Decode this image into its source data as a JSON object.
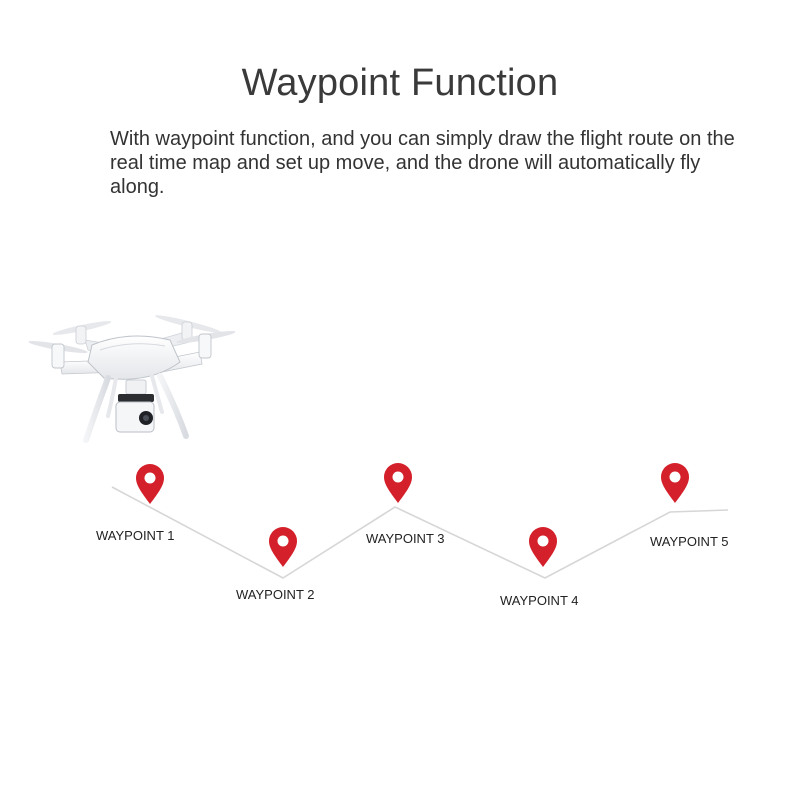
{
  "header": {
    "title": "Waypoint Function",
    "description": "With waypoint function, and you can simply draw the flight route on the real time map and set up move, and the drone will automatically fly along."
  },
  "illustration": {
    "drone_icon": "quadcopter-drone-icon",
    "pin_icon": "map-pin-icon",
    "pin_color": "#d4202a",
    "route_color": "#d6d6d6"
  },
  "waypoints": [
    {
      "label": "WAYPOINT 1"
    },
    {
      "label": "WAYPOINT 2"
    },
    {
      "label": "WAYPOINT 3"
    },
    {
      "label": "WAYPOINT 4"
    },
    {
      "label": "WAYPOINT 5"
    }
  ]
}
